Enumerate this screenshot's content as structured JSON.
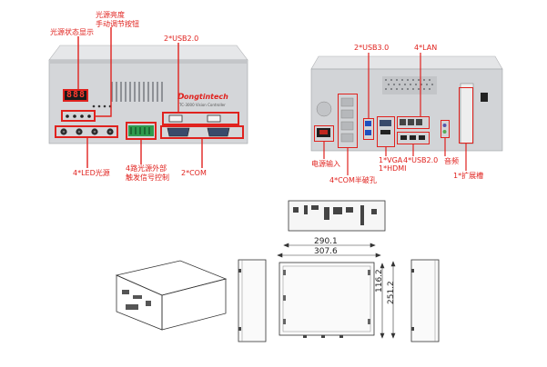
{
  "front": {
    "brightness_label_line1": "光源亮度",
    "brightness_label_line2": "手动调节按钮",
    "status_label": "光源状态显示",
    "usb_label": "2*USB2.0",
    "led_label": "4*LED光源",
    "trigger_label_line1": "4路光源外部",
    "trigger_label_line2": "触发信号控制",
    "com_label": "2*COM",
    "display_value": "888",
    "brand_text": "ongtintech",
    "model_text": "TC-3000 Vision Controller"
  },
  "rear": {
    "usb3_label": "2*USB3.0",
    "lan_label": "4*LAN",
    "power_label": "电源输入",
    "com_half_label": "4*COM半破孔",
    "vga_label": "1*VGA",
    "hdmi_label": "1*HDMI",
    "usb2_label": "4*USB2.0",
    "audio_label": "音频",
    "slot_label": "1*扩展槽"
  },
  "dimensions": {
    "width_inner": "290.1",
    "width_outer": "307.6",
    "height": "116.2",
    "depth": "251.2"
  },
  "colors": {
    "accent": "#e0221e",
    "chassis": "#d9dadc",
    "chassis_dark": "#b8babd"
  }
}
